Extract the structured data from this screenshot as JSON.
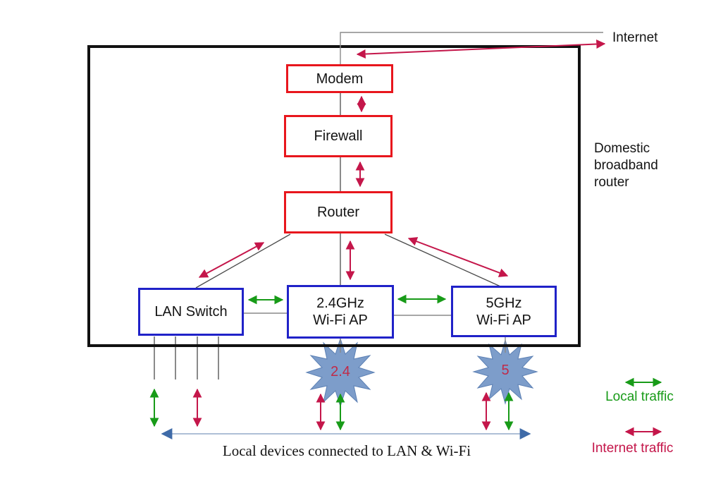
{
  "colors": {
    "box_red": "#e8161d",
    "box_blue": "#2022c8",
    "internet_traffic": "#c4164a",
    "local_traffic": "#189b18",
    "star_fill": "#7d9dca",
    "star_stroke": "#5c80b4",
    "star_label": "#c02a48",
    "device_line": "#aebfd6",
    "device_arrow": "#3f6ba8",
    "line_dark": "#4a4a4a",
    "line_gray": "#8a8a8a",
    "enclosure": "#111111",
    "text": "#141414"
  },
  "nodes": {
    "modem": {
      "label": "Modem"
    },
    "firewall": {
      "label": "Firewall"
    },
    "router": {
      "label": "Router"
    },
    "lan_switch": {
      "label": "LAN Switch"
    },
    "ap24": {
      "line1": "2.4GHz",
      "line2": "Wi-Fi AP"
    },
    "ap5": {
      "line1": "5GHz",
      "line2": "Wi-Fi AP"
    }
  },
  "labels": {
    "internet": "Internet",
    "domestic_broadband": "Domestic broadband router",
    "star_24": "2.4",
    "star_5": "5",
    "caption": "Local devices connected to LAN & Wi-Fi"
  },
  "legend": {
    "local_label": "Local traffic",
    "internet_label": "Internet traffic"
  }
}
